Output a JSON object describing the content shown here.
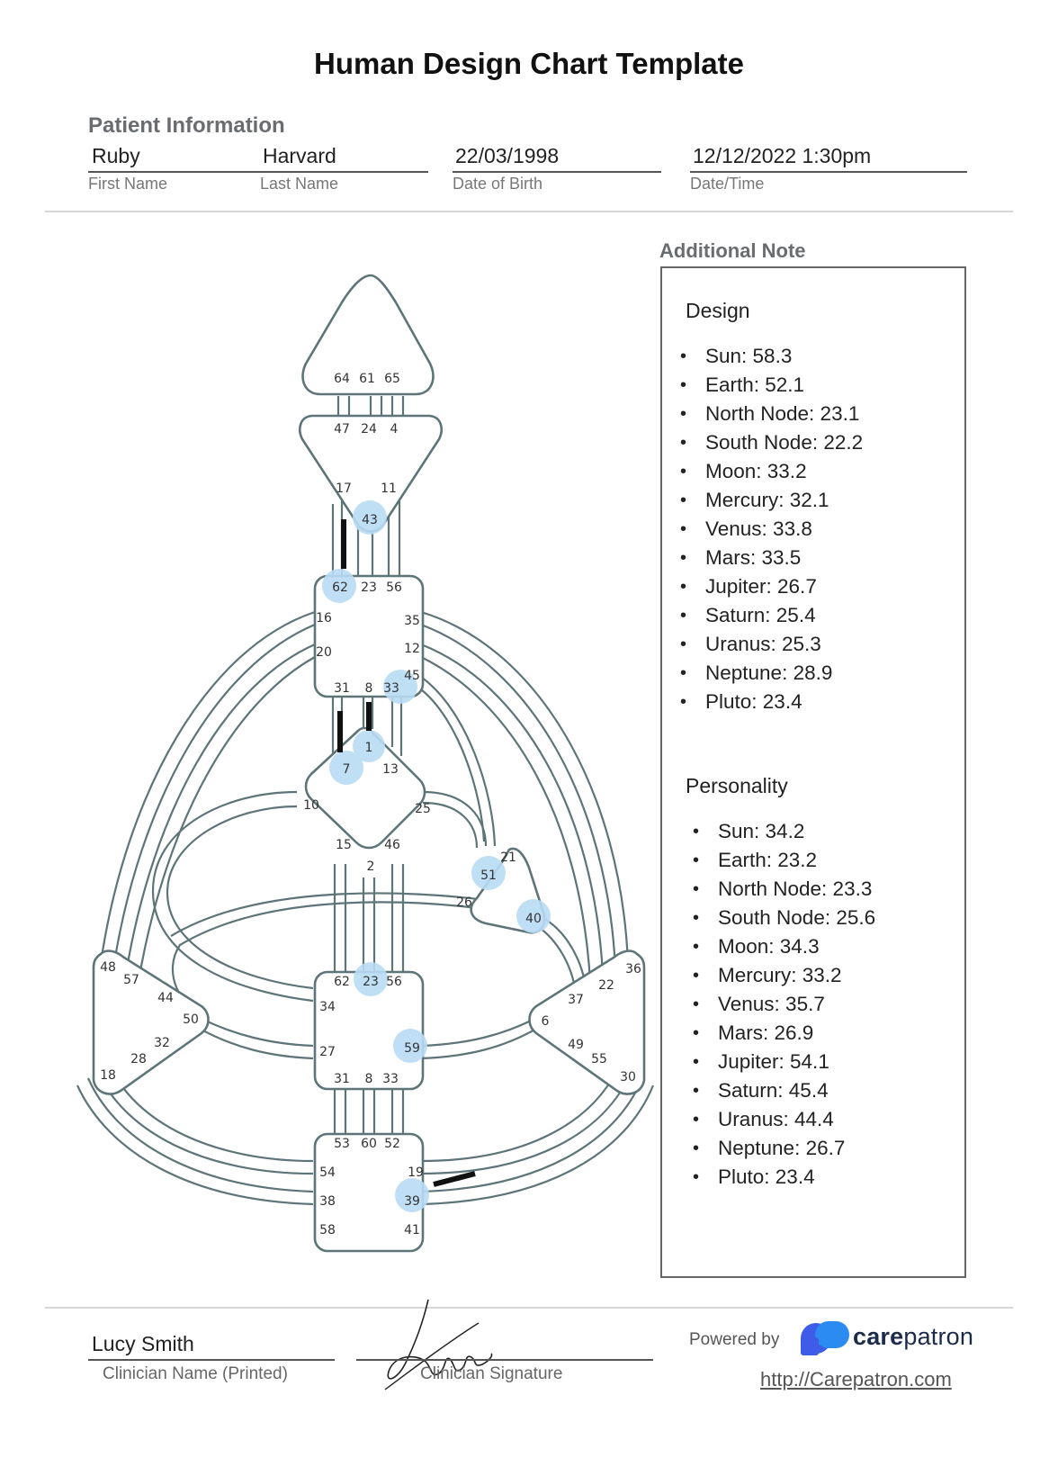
{
  "title": "Human Design Chart Template",
  "patient_info": {
    "heading": "Patient Information",
    "first_name": "Ruby",
    "first_name_label": "First Name",
    "last_name": "Harvard",
    "last_name_label": "Last Name",
    "dob": "22/03/1998",
    "dob_label": "Date of Birth",
    "datetime": "12/12/2022 1:30pm",
    "datetime_label": "Date/Time"
  },
  "additional_note": {
    "heading": "Additional Note",
    "design_heading": "Design",
    "design": [
      "Sun: 58.3",
      "Earth: 52.1",
      "North Node: 23.1",
      "South Node: 22.2",
      "Moon: 33.2",
      "Mercury: 32.1",
      "Venus: 33.8",
      "Mars: 33.5",
      "Jupiter: 26.7",
      "Saturn: 25.4",
      "Uranus: 25.3",
      "Neptune: 28.9",
      "Pluto: 23.4"
    ],
    "personality_heading": "Personality",
    "personality": [
      "Sun: 34.2",
      "Earth: 23.2",
      "North Node: 23.3",
      "South Node: 25.6",
      "Moon: 34.3",
      "Mercury: 33.2",
      "Venus: 35.7",
      "Mars: 26.9",
      "Jupiter: 54.1",
      "Saturn: 45.4",
      "Uranus: 44.4",
      "Neptune: 26.7",
      "Pluto: 23.4"
    ]
  },
  "bodygraph": {
    "highlighted_gates": [
      "43",
      "62",
      "33",
      "1",
      "7",
      "51",
      "40",
      "23",
      "59",
      "39"
    ],
    "highlight_color": "#b9dcf5",
    "line_color": "#5d7478",
    "gates": {
      "head": [
        "64",
        "61",
        "65"
      ],
      "ajna": [
        "47",
        "24",
        "4",
        "17",
        "11",
        "43"
      ],
      "throat": [
        "62",
        "23",
        "56",
        "16",
        "35",
        "20",
        "12",
        "45",
        "31",
        "8",
        "33"
      ],
      "g": [
        "1",
        "7",
        "13",
        "10",
        "25",
        "15",
        "46",
        "2"
      ],
      "ego": [
        "21",
        "51",
        "26",
        "40"
      ],
      "sacral": [
        "62",
        "23",
        "56",
        "34",
        "27",
        "59",
        "31",
        "8",
        "33"
      ],
      "root": [
        "53",
        "60",
        "52",
        "54",
        "19",
        "38",
        "39",
        "58",
        "41"
      ],
      "spleen": [
        "48",
        "57",
        "44",
        "50",
        "32",
        "28",
        "18"
      ],
      "solar_plexus": [
        "36",
        "22",
        "37",
        "6",
        "49",
        "55",
        "30"
      ]
    }
  },
  "footer": {
    "clinician_name": "Lucy Smith",
    "clinician_name_label": "Clinician Name (Printed)",
    "signature_label": "Clinician Signature",
    "powered_by": "Powered by",
    "brand_bold": "care",
    "brand_rest": "patron",
    "url": "http://Carepatron.com"
  }
}
